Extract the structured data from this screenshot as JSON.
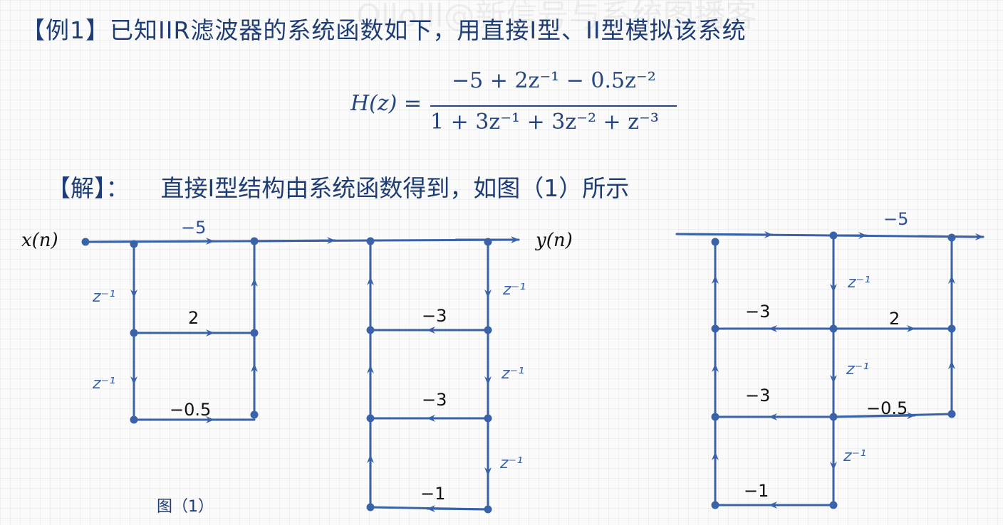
{
  "problem": {
    "title": "【例1】已知IIR滤波器的系统函数如下，用直接I型、II型模拟该系统",
    "formula": {
      "lhs": "H(z) =",
      "numerator": "−5 + 2z⁻¹ − 0.5z⁻²",
      "denominator": "1 + 3z⁻¹ + 3z⁻² + z⁻³"
    },
    "solution_label": "【解】：",
    "solution_text": "直接I型结构由系统函数得到，如图（1）所示",
    "caption": "图（1）"
  },
  "diagram": {
    "line_color": "#3a62a8",
    "labels": {
      "input": "x(n)",
      "output": "y(n)",
      "delay": "z⁻¹",
      "coef_b0": "−5",
      "coef_b1": "2",
      "coef_b2": "−0.5",
      "coef_a1": "−3",
      "coef_a2": "−3",
      "coef_a3": "−1"
    }
  }
}
